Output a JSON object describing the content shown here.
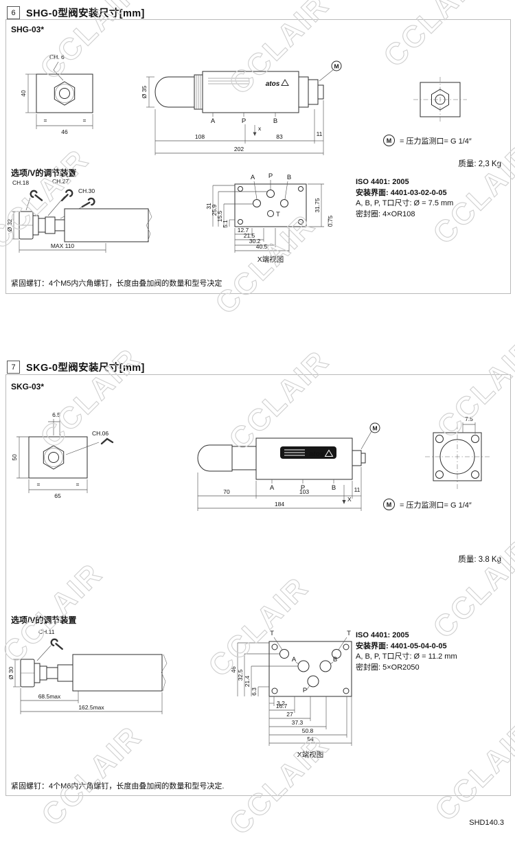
{
  "page": {
    "watermark": "CCLAIR",
    "footer": "SHD140.3"
  },
  "s6": {
    "num": "6",
    "title": "SHG-0型阀安装尺寸[mm]",
    "model": "SHG-03*",
    "m": "M",
    "m_text": "= 压力监测口= G 1/4″",
    "mass": "质量: 2,3 Kg",
    "opt_title": "选项/V的调节装置",
    "front": {
      "ch": "CH. 6",
      "h": "40",
      "w": "46",
      "eq": "="
    },
    "side": {
      "dia": "Ø 35",
      "logo": "atos",
      "a": "A",
      "p": "P",
      "b": "B",
      "x": "x",
      "d1": "108",
      "d2": "83",
      "d3": "11",
      "total": "202"
    },
    "opt": {
      "ch18": "CH.18",
      "ch27": "CH.27",
      "ch30": "CH.30",
      "dia": "Ø 32",
      "max": "MAX 110"
    },
    "xv": {
      "label": "X端视图",
      "a": "A",
      "p": "P",
      "b": "B",
      "t": "T",
      "l1": "31",
      "l2": "25.9",
      "l3": "15.5",
      "l4": "5.1",
      "b1": "12.7",
      "b2": "21.5",
      "b3": "30.2",
      "b4": "40.5",
      "r1": "31.75",
      "r2": "0.75"
    },
    "iso1": "ISO 4401: 2005",
    "iso2": "安装界面: 4401-03-02-0-05",
    "iso3": "A, B, P, T口尺寸: Ø = 7.5 mm",
    "iso4": "密封圈: 4×OR108",
    "note": "紧固螺钉：4个M5内六角螺钉，长度由叠加阀的数量和型号决定"
  },
  "s7": {
    "num": "7",
    "title": "SKG-0型阀安装尺寸[mm]",
    "model": "SKG-03*",
    "m": "M",
    "m_text": "= 压力监测口= G 1/4″",
    "mass": "质量: 3.8 Kg",
    "opt_title": "选项/V的调节装置",
    "front": {
      "d1": "6.5",
      "ch": "CH.06",
      "h": "50",
      "w": "65",
      "eq": "="
    },
    "side": {
      "logo": "atos",
      "a": "A",
      "p": "P",
      "b": "B",
      "x": "X",
      "d1": "70",
      "d2": "103",
      "d3": "11",
      "total": "184"
    },
    "end": {
      "d1": "7.5"
    },
    "opt": {
      "ch11": "CH.11",
      "dia": "Ø 30",
      "max1": "68.5max",
      "max2": "162.5max"
    },
    "xv": {
      "label": "X端视图",
      "t1": "T",
      "t2": "T",
      "a": "A",
      "b": "B",
      "p": "P",
      "l1": "46",
      "l2": "32.5",
      "l3": "21.4",
      "l4": "6.3",
      "b0": "3.2",
      "b1": "16.7",
      "b2": "27",
      "b3": "37.3",
      "b4": "50.8",
      "b5": "54"
    },
    "iso1": "ISO 4401: 2005",
    "iso2": "安装界面: 4401-05-04-0-05",
    "iso3": "A, B, P, T口尺寸: Ø = 11.2 mm",
    "iso4": "密封圈: 5×OR2050",
    "note": "紧固螺钉：4个M6内六角螺钉，长度由叠加阀的数量和型号决定."
  }
}
